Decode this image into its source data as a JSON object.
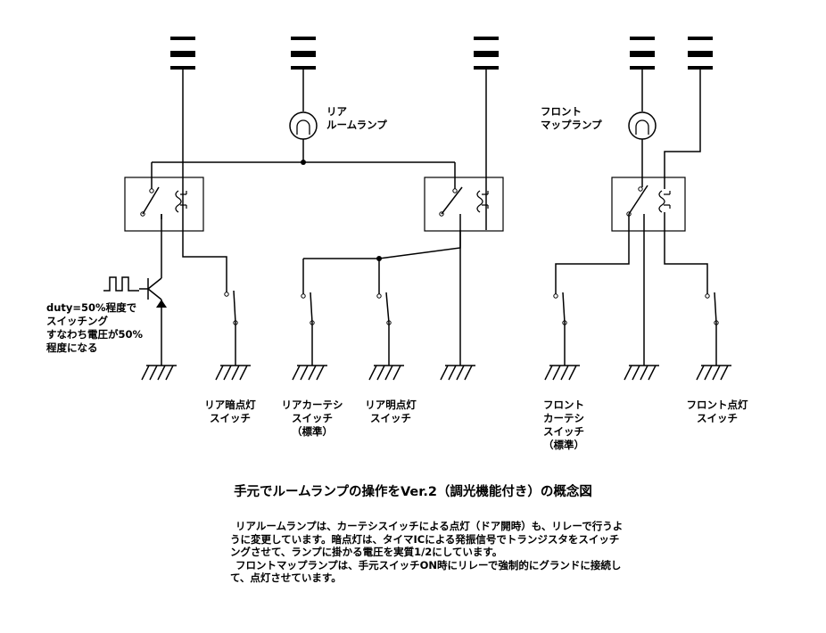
{
  "labels": {
    "rear_lamp": [
      "リア",
      "ルームランプ"
    ],
    "front_lamp": [
      "フロント",
      "マップランプ"
    ],
    "duty": [
      "duty=50%程度で",
      "スイッチング",
      "すなわち電圧が50%",
      "程度になる"
    ],
    "sw_rear_dark": [
      "リア暗点灯",
      "スイッチ"
    ],
    "sw_rear_courtesy": [
      "リアカーテシ",
      "スイッチ",
      "（標準）"
    ],
    "sw_rear_bright": [
      "リア明点灯",
      "スイッチ"
    ],
    "sw_front_courtesy": [
      "フロント",
      "カーテシ",
      "スイッチ",
      "（標準）"
    ],
    "sw_front_light": [
      "フロント点灯",
      "スイッチ"
    ]
  },
  "title": "手元でルームランプの操作をVer.2（調光機能付き）の概念図",
  "description": [
    "リアルームランプは、カーテシスイッチによる点灯（ドア開時）も、リレーで行うよ",
    "うに変更しています。暗点灯は、タイマICによる発振信号でトランジスタをスイッチ",
    "ングさせて、ランプに掛かる電圧を実質1/2にしています。",
    "フロントマップランプは、手元スイッチON時にリレーで強制的にグランドに接続し",
    "て、点灯させています。"
  ]
}
